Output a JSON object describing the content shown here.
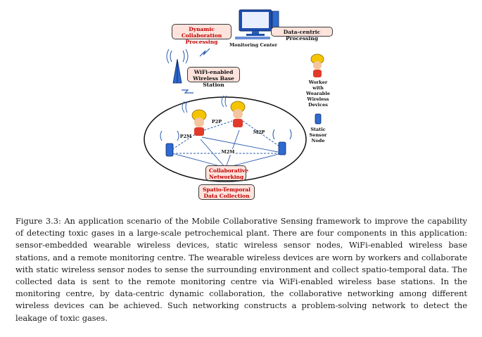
{
  "figure": {
    "boxes": {
      "dynamic_collaboration": "Dynamic Collaboration Processing",
      "data_centric": "Data-centric Processing",
      "wifi_base_station": "WiFi-enabled Wireless Base Station",
      "collaborative_networking": "Collaborative Networking",
      "spatio_temporal": "Spatio-Temporal Data Collection"
    },
    "labels": {
      "monitoring_center": "Monitoring Center",
      "worker_legend": "Worker with Wearable Wireless Devices",
      "static_sensor_legend": "Static Sensor Node",
      "p2m": "P2M",
      "p2p": "P2P",
      "m2p": "M2P",
      "m2m": "M2M"
    }
  },
  "caption": {
    "text": "Figure 3.3: An application scenario of the Mobile Collaborative Sensing framework to improve the capability of detecting toxic gases in a large-scale petrochemical plant. There are four components in this application: sensor-embedded wearable wireless devices, static wireless sensor nodes, WiFi-enabled wireless base stations, and a remote monitoring centre. The wearable wireless devices are worn by workers and collaborate with static wireless sensor nodes to sense the surrounding environment and collect spatio-temporal data. The collected data is sent to the remote monitoring centre via WiFi-enabled wireless base stations. In the monitoring centre, by data-centric dynamic collaboration, the collaborative networking among different wireless devices can be achieved. Such networking constructs a problem-solving network to detect the leakage of toxic gases."
  }
}
